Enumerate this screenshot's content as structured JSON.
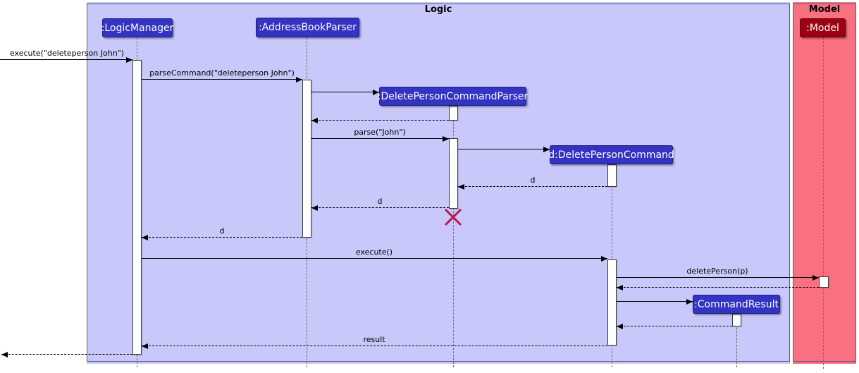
{
  "diagram": {
    "kind": "uml-sequence-diagram"
  },
  "frames": {
    "logic": {
      "title": "Logic"
    },
    "model": {
      "title": "Model"
    }
  },
  "participants": {
    "logic_manager": {
      "label": ":LogicManager"
    },
    "address_book_parser": {
      "label": ":AddressBookParser"
    },
    "delete_person_command_parser": {
      "label": ":DeletePersonCommandParser"
    },
    "delete_person_command": {
      "label": "d:DeletePersonCommand"
    },
    "command_result": {
      "label": ":CommandResult"
    },
    "model": {
      "label": ":Model"
    }
  },
  "messages": {
    "execute_incoming": "execute(\"deleteperson John\")",
    "parse_command": "parseCommand(\"deleteperson John\")",
    "parse": "parse(\"John\")",
    "return_d_to_parser": "d",
    "return_d_to_abp": "d",
    "return_d_to_logic_manager": "d",
    "execute": "execute()",
    "delete_person": "deletePerson(p)",
    "result": "result"
  },
  "colors": {
    "logic_fill": "#C8C8FA",
    "model_fill": "#F97181",
    "logic_participant": "#3333C4",
    "model_participant": "#9D0012",
    "frame_border": "#5A5A7D",
    "lifeline": "#6E6E6E",
    "arrow": "#000000",
    "destroy_x": "#C0144C",
    "activation_fill": "#FFFFFF",
    "activation_border": "#3A3A3A"
  }
}
